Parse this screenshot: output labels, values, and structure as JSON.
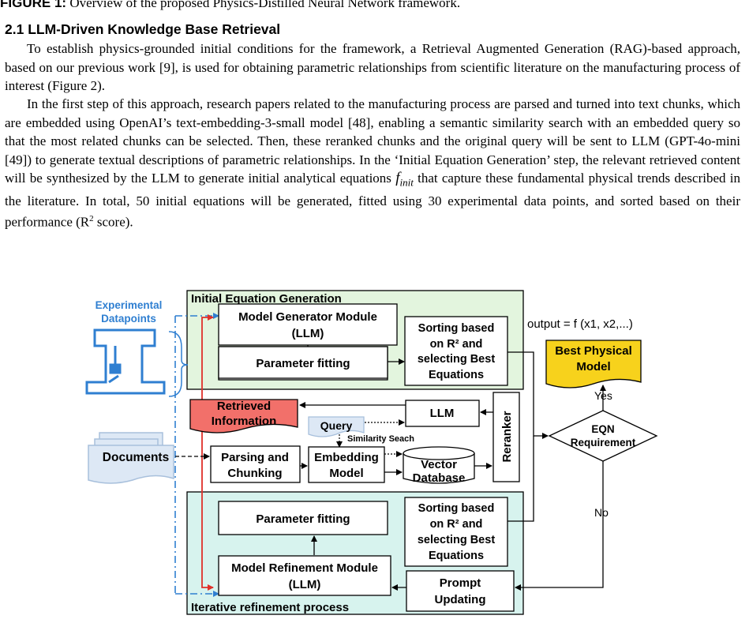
{
  "caption": {
    "label": "FIGURE 1:",
    "text": "Overview of the proposed Physics-Distilled Neural Network framework."
  },
  "section": {
    "heading": "2.1 LLM-Driven Knowledge Base Retrieval",
    "p1": "To establish physics-grounded initial conditions for the framework, a Retrieval Augmented Generation (RAG)-based approach, based on our previous work [9], is used for obtaining parametric relationships from scientific literature on the manufacturing process of interest (Figure 2).",
    "p2a": "In the first step of this approach, research papers related to the manufacturing process are parsed and turned into text chunks, which are embedded using OpenAI’s text-embedding-3-small model [48], enabling a semantic similarity search with an embedded query so that the most related chunks can be selected. Then, these reranked chunks and the original query will be sent to LLM (GPT-4o-mini [49]) to generate textual descriptions of parametric relationships. In the ‘Initial Equation Generation’ step, the relevant retrieved content will be synthesized by the LLM to generate initial analytical equations ",
    "p2_math": "f",
    "p2_sub": "init",
    "p2b": " that capture these fundamental physical trends described in the literature. In total, 50 initial equations will be generated, fitted using 30 experimental data points, and sorted based on their performance (R",
    "p2_sup": "2",
    "p2c": " score)."
  },
  "diagram": {
    "initial_panel_title": "Initial Equation Generation",
    "refine_panel_title": "Iterative refinement process",
    "experimental_label_1": "Experimental",
    "experimental_label_2": "Datapoints",
    "model_generator_1": "Model Generator Module",
    "model_generator_2": "(LLM)",
    "param_fit_top": "Parameter fitting",
    "sorting_top": [
      "Sorting based",
      "on R² and",
      "selecting Best",
      "Equations"
    ],
    "output_text": "output = f (x1, x2,...)",
    "best_model": [
      "Best Physical",
      "Model"
    ],
    "yes": "Yes",
    "no": "No",
    "retrieved_info": [
      "Retrieved",
      "Information"
    ],
    "llm": "LLM",
    "query": "Query",
    "similarity": "Similarity Seach",
    "reranker": "Reranker",
    "eqn_req": [
      "EQN",
      "Requirement"
    ],
    "documents": "Documents",
    "parsing": [
      "Parsing and",
      "Chunking"
    ],
    "embedding": [
      "Embedding",
      "Model"
    ],
    "vector_db": [
      "Vector",
      "Database"
    ],
    "param_fit_bottom": "Parameter fitting",
    "sorting_bottom": [
      "Sorting based",
      "on R² and",
      "selecting Best",
      "Equations"
    ],
    "model_refine_1": "Model Refinement Module",
    "model_refine_2": "(LLM)",
    "prompt_updating": [
      "Prompt",
      "Updating"
    ],
    "colors": {
      "green_panel": "#e3f5de",
      "teal_panel": "#d7f3ee",
      "blue_accent": "#2f7fd1",
      "red_arrow": "#e0302a",
      "retrieved_fill": "#f2706a",
      "best_model_fill": "#f7d21c",
      "query_fill": "#dde8f5"
    }
  }
}
